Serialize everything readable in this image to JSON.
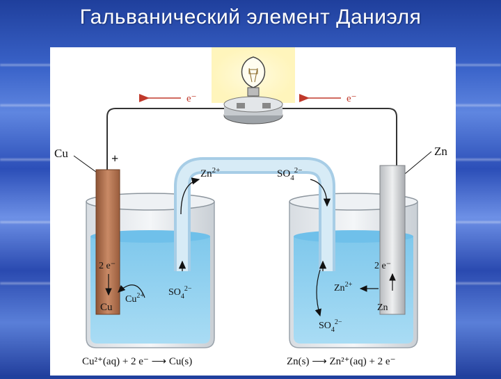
{
  "slide": {
    "title": "Гальванический элемент Даниэля"
  },
  "diagram": {
    "electrode_left": "Cu",
    "electrode_right": "Zn",
    "plus_sign": "+",
    "electron_left": "e⁻",
    "electron_right": "e⁻",
    "bridge_cation": "Zn",
    "bridge_cation_sup": "2+",
    "bridge_anion": "SO",
    "bridge_anion_sub": "4",
    "bridge_anion_sup": "2−",
    "left_2e": "2 e⁻",
    "left_cu": "Cu",
    "left_cu2": "Cu",
    "left_cu2_sup": "2+",
    "left_so4": "SO",
    "left_so4_sub": "4",
    "left_so4_sup": "2−",
    "right_2e": "2 e⁻",
    "right_zn2": "Zn",
    "right_zn2_sup": "2+",
    "right_zn": "Zn",
    "right_so4": "SO",
    "right_so4_sub": "4",
    "right_so4_sup": "2−",
    "eq_left": "Cu²⁺(aq) + 2 e⁻ ⟶ Cu(s)",
    "eq_right": "Zn(s) ⟶ Zn²⁺(aq) + 2 e⁻",
    "colors": {
      "copper": "#b77452",
      "zinc": "#d4d6d8",
      "solution": "#8ed0ef",
      "wire": "#333333",
      "arrow_red": "#c0392b",
      "bulb_glow": "#fff6c2"
    }
  }
}
